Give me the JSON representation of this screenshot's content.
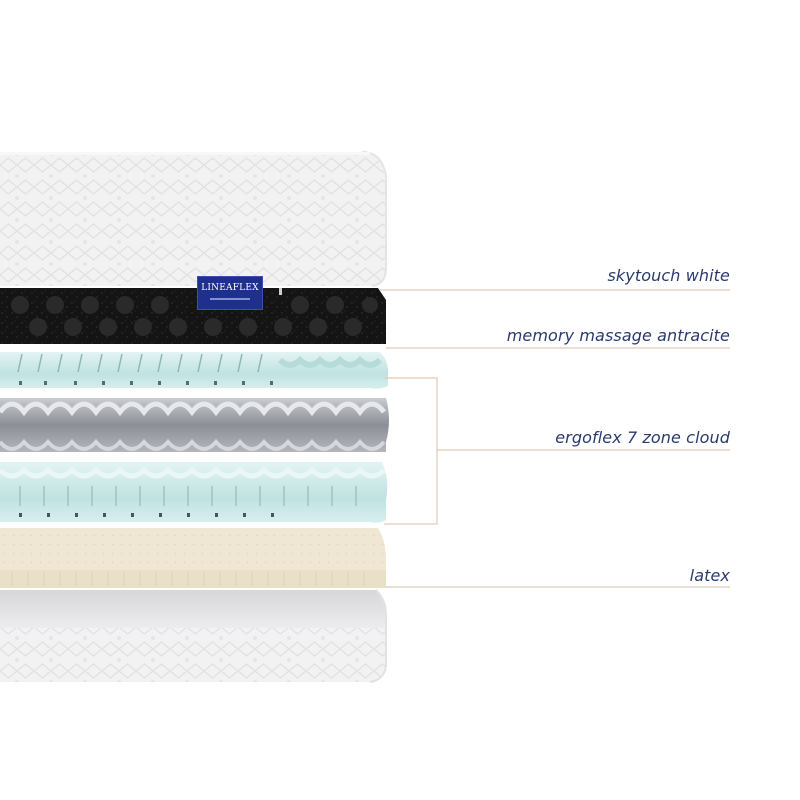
{
  "brand": {
    "name": "LINEAFLEX"
  },
  "layers": [
    {
      "id": "skytouch",
      "label": "skytouch white"
    },
    {
      "id": "memory",
      "label": "memory massage antracite"
    },
    {
      "id": "ergoflex",
      "label": "ergoflex 7 zone cloud"
    },
    {
      "id": "latex",
      "label": "latex"
    }
  ],
  "colors": {
    "label_text": "#2b3a6e",
    "leader_line": "#e0c9b8",
    "cover": "#f3f3f4",
    "memory_foam": "#151515",
    "ergoflex_cyan": "#cfe9e8",
    "ergoflex_grey": "#9c9ea6",
    "latex": "#efe6d2",
    "brand_tag": "#1e2f8e"
  }
}
